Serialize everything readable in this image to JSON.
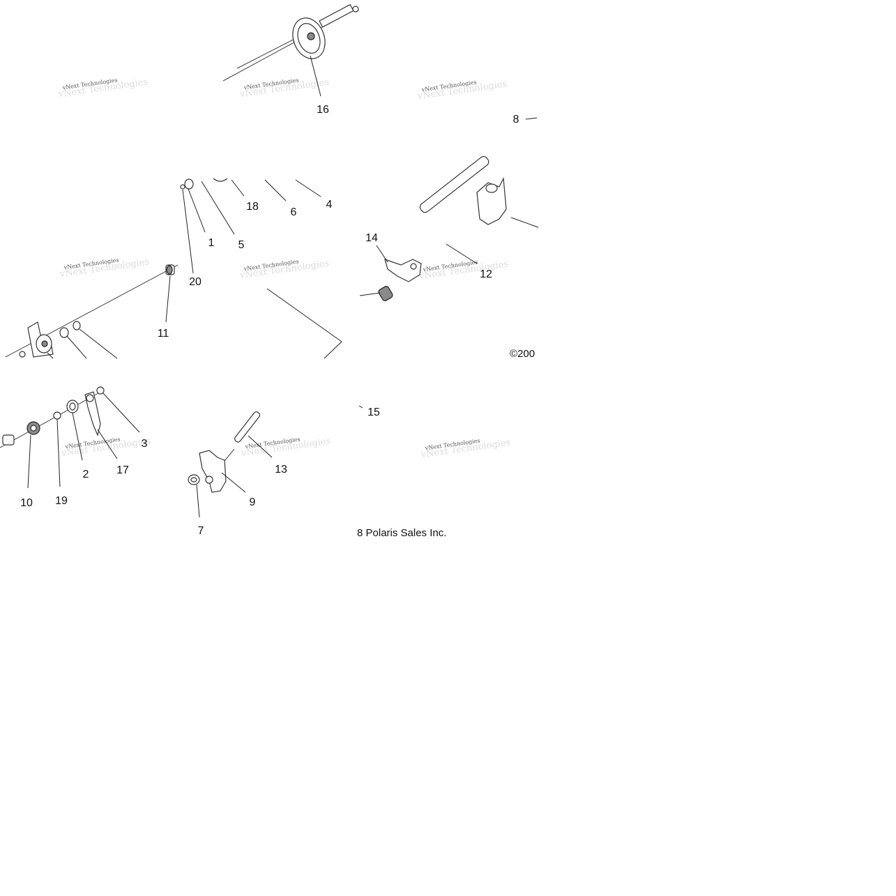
{
  "callouts": [
    "1",
    "2",
    "3",
    "4",
    "5",
    "6",
    "7",
    "8",
    "9",
    "10",
    "11",
    "12",
    "13",
    "14",
    "15",
    "16",
    "17",
    "18",
    "19",
    "20"
  ],
  "copyright_part1": "©200",
  "copyright_part2": "8 Polaris Sales Inc.",
  "watermark": "vNext Technologies"
}
